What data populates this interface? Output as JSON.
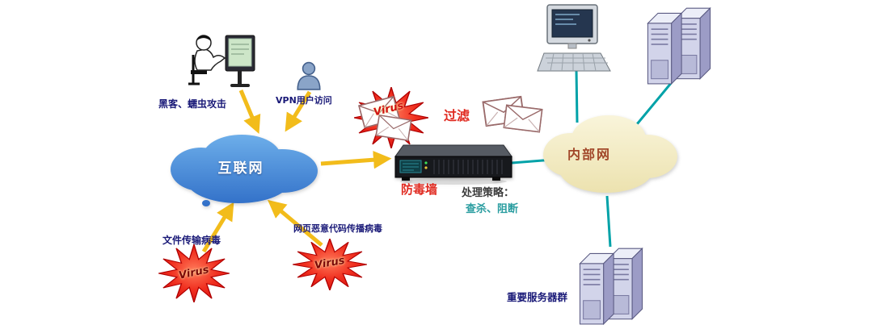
{
  "diagram": {
    "hacker_label": "黑客、蠕虫攻击",
    "vpn_label": "VPN用户访问",
    "internet_label": "互联网",
    "filter_label": "过滤",
    "firewall_label": "防毒墙",
    "strategy_title": "处理策略：",
    "strategy_actions": "查杀、阻断",
    "internal_label": "内部网",
    "server_group_label": "重要服务器群",
    "file_virus_label": "文件传输病毒",
    "web_virus_label": "网页恶意代码传播病毒",
    "virus_mail": "Virus",
    "virus_file": "Virus",
    "virus_web": "Virus"
  },
  "colors": {
    "internet_cloud_top": "#74b6ee",
    "internet_cloud_bottom": "#2e6cc6",
    "internal_cloud_top": "#fbf7e0",
    "internal_cloud_bottom": "#eadfa8",
    "arrow_yellow": "#f2bc1b",
    "link_teal": "#00a2a8",
    "virus_red": "#e81616",
    "alert_text_red": "#e02a20",
    "label_navy": "#1a1a78",
    "strategy_teal": "#2a9da0"
  }
}
